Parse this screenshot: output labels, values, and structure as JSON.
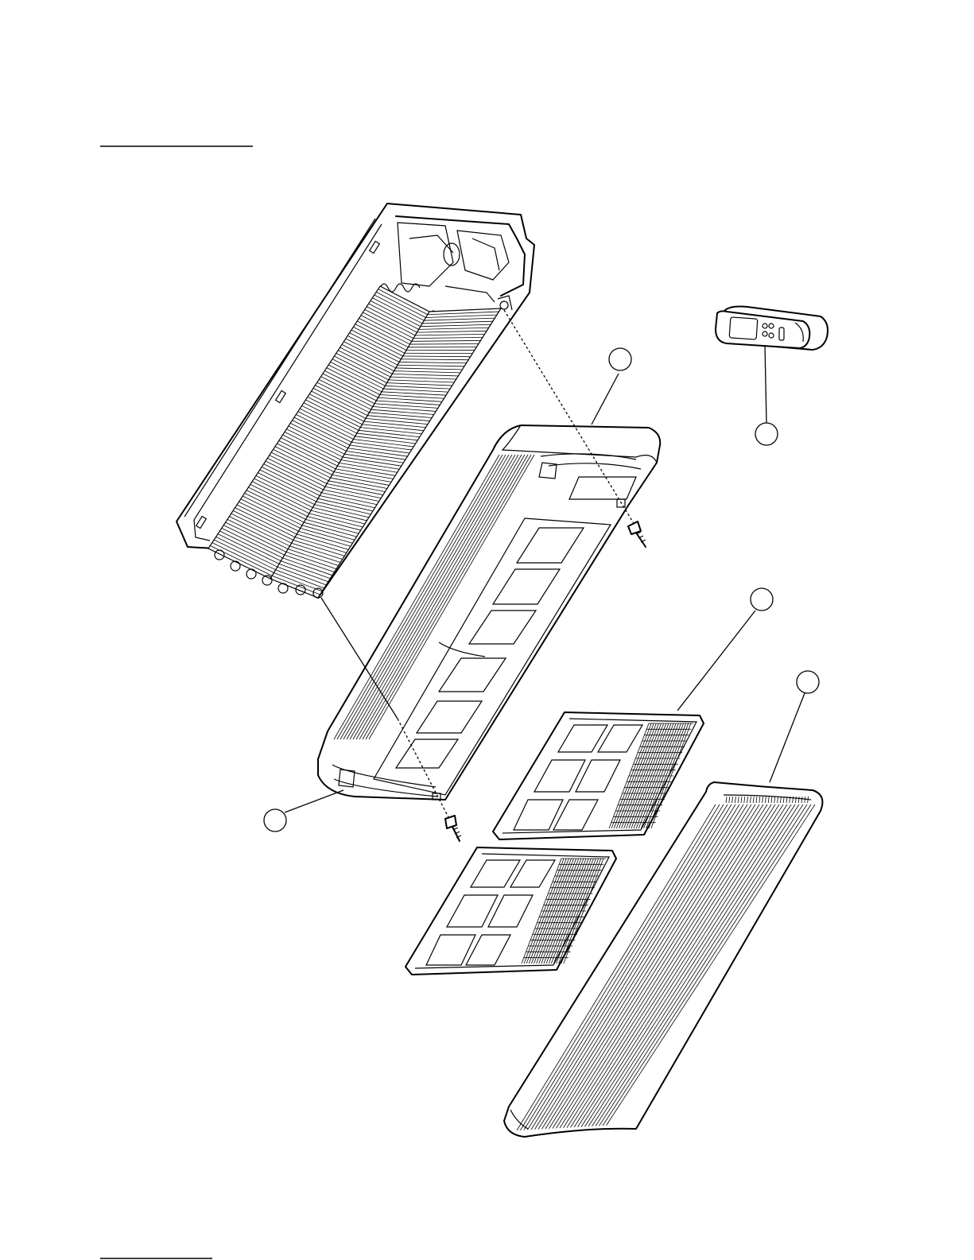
{
  "diagram": {
    "type": "exploded-parts-drawing",
    "accent_color": "#000000",
    "background_color": "#ffffff",
    "parts": [
      {
        "id": "heat-exchanger-chassis"
      },
      {
        "id": "front-panel-frame"
      },
      {
        "id": "air-filter-upper"
      },
      {
        "id": "air-filter-lower"
      },
      {
        "id": "front-grille-cover"
      },
      {
        "id": "remote-controller"
      },
      {
        "id": "screw-upper"
      },
      {
        "id": "screw-lower"
      }
    ],
    "callouts": [
      {
        "target": "front-panel-frame",
        "label": ""
      },
      {
        "target": "remote-controller",
        "label": ""
      },
      {
        "target": "air-filter-upper",
        "label": ""
      },
      {
        "target": "front-grille-cover",
        "label": ""
      },
      {
        "target": "front-panel-frame-corner",
        "label": ""
      }
    ]
  }
}
